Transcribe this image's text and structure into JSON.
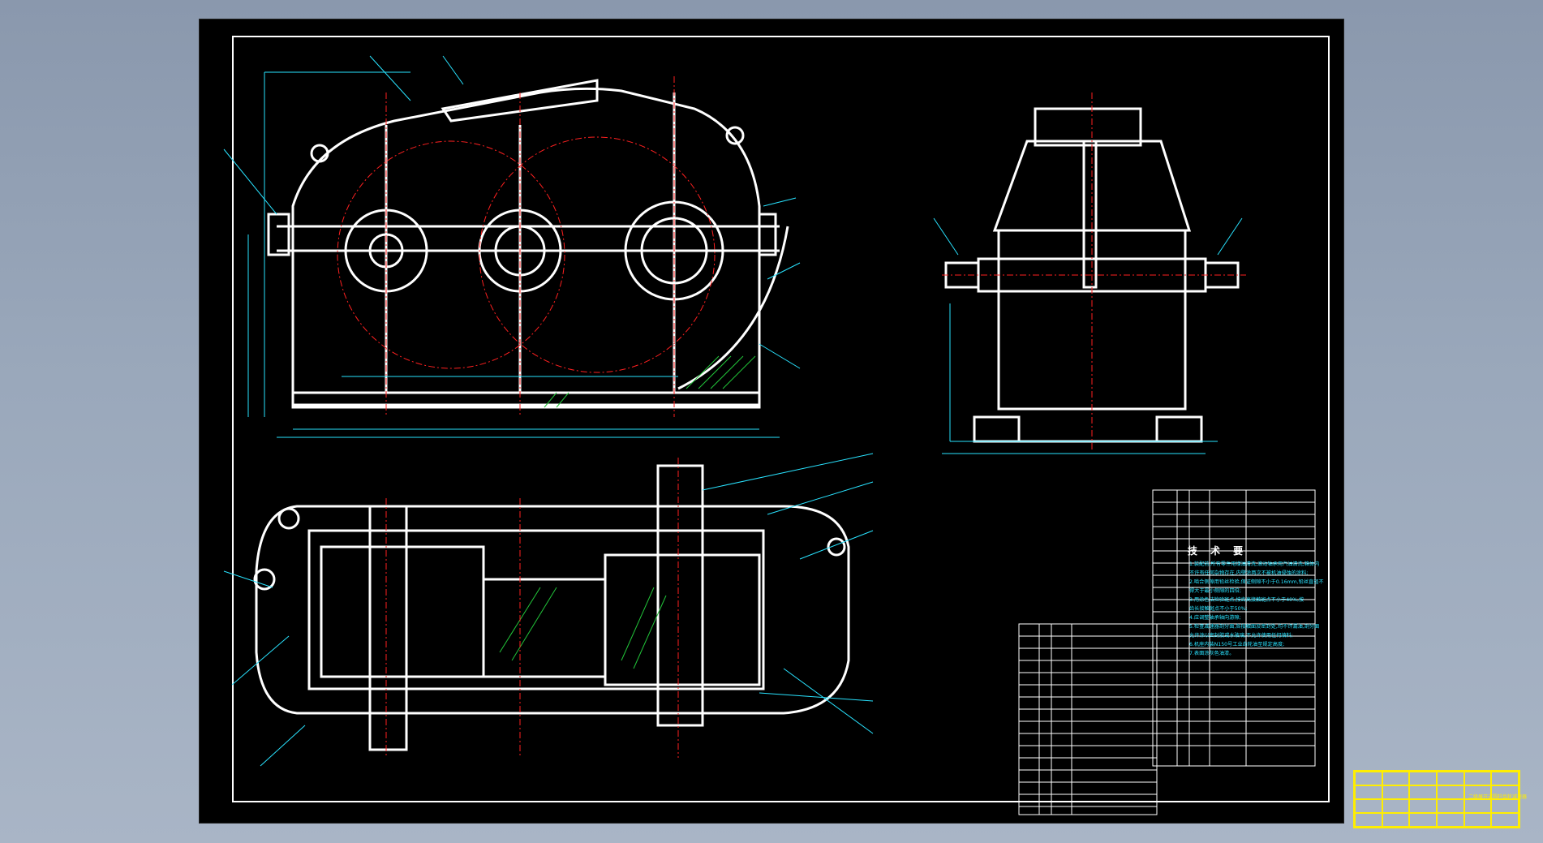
{
  "viewer": {
    "title": "",
    "background_colors": [
      "#8a98ad",
      "#a9b5c6"
    ]
  },
  "drawing": {
    "tech_title": "技 术 要",
    "tech_notes": [
      "1.装配前,所有零件用煤油清洗,滚动轴承用汽油清洗,箱体内",
      "不许有任何杂物存在,内壁涂两次不被机油侵蚀的涂料;",
      "2.啮合侧隙用铅丝检验,保证侧隙不小于0.16mm,铅丝直径不",
      "得大于最小侧隙的四倍;",
      "3.用涂色法检验斑点,按齿高接触斑点不小于40%,按",
      "齿长接触斑点不小于50%;",
      "4.应调整轴承轴向游隙;",
      "5.检查减速器剖分面,各接触面及密封处,均不许漏油,剖分面",
      "允许涂以密封胶或水玻璃,不允许使用任何填料;",
      "6.机座内装N150号工业齿轮油至规定高度;",
      "7.表面涂灰色油漆。"
    ],
    "title_block_caption": "二级展开式圆柱齿轮减速器",
    "colors": {
      "line": "#ffffff",
      "center_line": "#ff2020",
      "dimension": "#29e3ff",
      "title_block": "#ffee00",
      "hatch": "#22c53a",
      "sheet": "#000000"
    }
  }
}
